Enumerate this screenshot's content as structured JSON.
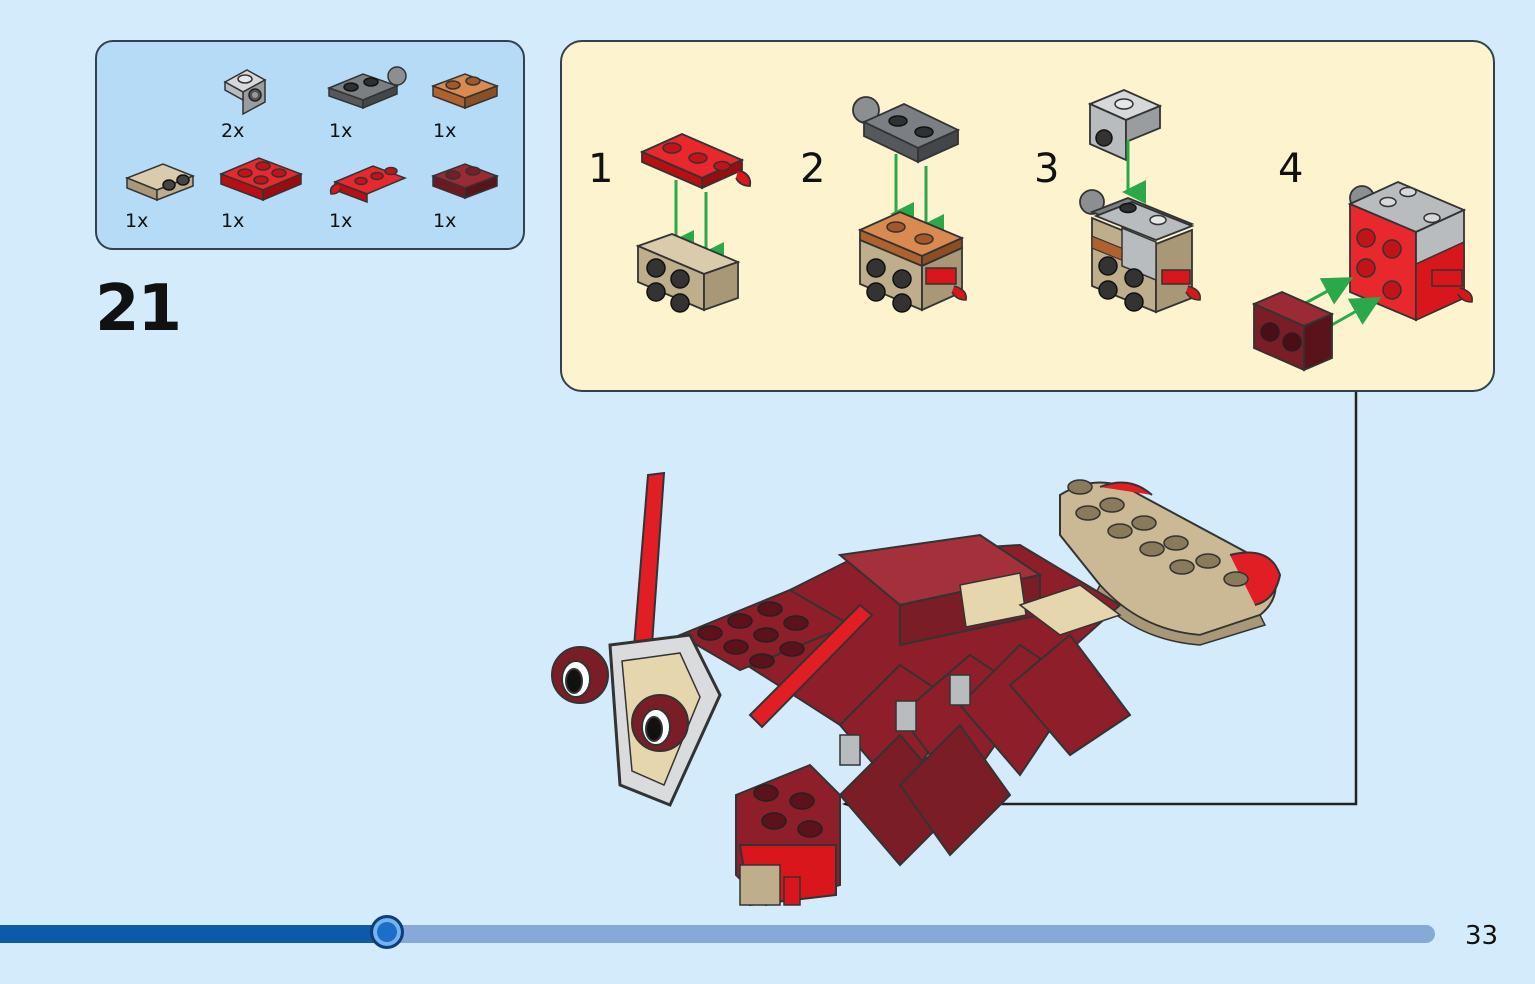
{
  "step": {
    "number": "21"
  },
  "parts": [
    {
      "name": "light-gray-bracket-1x1",
      "qty": "2x",
      "color": "#b9bcbf"
    },
    {
      "name": "dark-gray-plate-with-ball",
      "qty": "1x",
      "color": "#6b6f73"
    },
    {
      "name": "brown-plate-1x2",
      "qty": "1x",
      "color": "#c0703a"
    },
    {
      "name": "tan-bracket-1x2",
      "qty": "1x",
      "color": "#bfae8c"
    },
    {
      "name": "red-plate-2x2",
      "qty": "1x",
      "color": "#d9161b"
    },
    {
      "name": "red-plate-with-clip",
      "qty": "1x",
      "color": "#d9161b"
    },
    {
      "name": "dark-red-plate-1x2",
      "qty": "1x",
      "color": "#7b1d26"
    }
  ],
  "substeps": [
    {
      "label": "1"
    },
    {
      "label": "2"
    },
    {
      "label": "3"
    },
    {
      "label": "4"
    }
  ],
  "progress": {
    "fraction": 0.27
  },
  "page": {
    "number": "33"
  },
  "colors": {
    "background": "#d4ebfb",
    "parts_panel": "#b6dbf6",
    "substep_panel": "#fdf4cf",
    "arrow_green": "#2aa84a",
    "progress_fill": "#0d5aa8",
    "progress_track": "#86a9d8"
  }
}
